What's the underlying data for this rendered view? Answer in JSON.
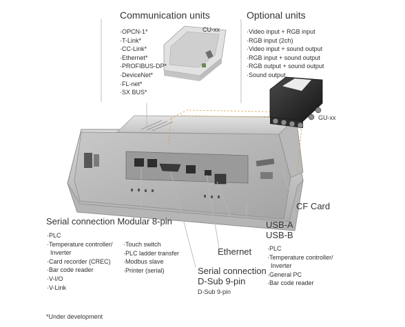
{
  "communication_units": {
    "title": "Communication units",
    "device_label": "CU-xx",
    "items": [
      "·OPCN-1*",
      "·T-Link*",
      "·CC-Link*",
      "·Ethernet*",
      "·PROFIBUS-DP*",
      "·DeviceNet*",
      "·FL-net*",
      "·SX BUS*"
    ]
  },
  "optional_units": {
    "title": "Optional units",
    "device_label": "GU-xx",
    "items": [
      "·Video input + RGB input",
      "·RGB input (2ch)",
      "·Video input + sound output",
      "·RGB input + sound output",
      "·RGB output + sound output",
      "·Sound output"
    ]
  },
  "cf_card": "CF Card",
  "usb_a": "USB-A",
  "usb_b": "USB-B",
  "ethernet": "Ethernet",
  "serial_modular": {
    "title": "Serial connection Modular 8-pin",
    "col1": [
      "·PLC",
      "·Temperature controller/",
      "  Inverter",
      "·Card recorder (CREC)",
      "·Bar code reader",
      "·V-I/O",
      "·V-Link"
    ],
    "col2": [
      "·Touch switch",
      "·PLC ladder transfer",
      "·Modbus slave",
      "·Printer (serial)"
    ]
  },
  "serial_dsub": {
    "title_line1": "Serial connection",
    "title_line2": "D-Sub 9-pin",
    "note": "D-Sub 9-pin"
  },
  "usb_list": [
    "·PLC",
    "·Temperature controller/",
    "  Inverter",
    "·General PC",
    "·Bar code reader"
  ],
  "footnote": "*Under development"
}
